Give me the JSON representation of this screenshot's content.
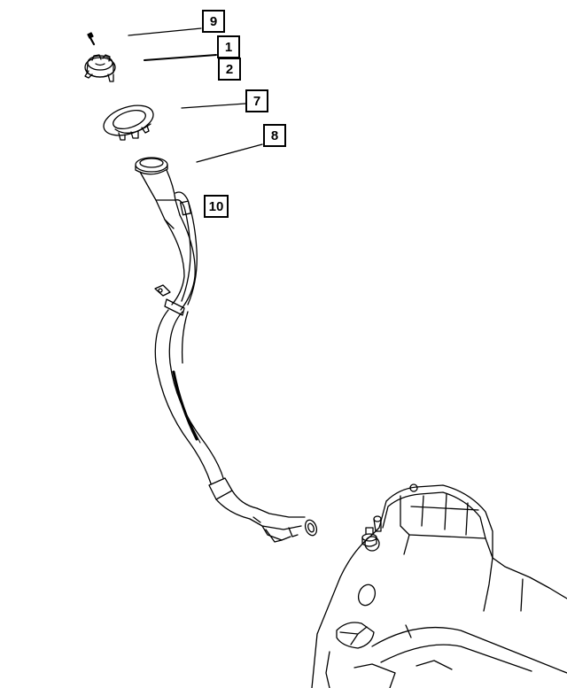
{
  "callouts": [
    {
      "id": "c9",
      "label": "9"
    },
    {
      "id": "c1",
      "label": "1"
    },
    {
      "id": "c2",
      "label": "2"
    },
    {
      "id": "c7",
      "label": "7"
    },
    {
      "id": "c8",
      "label": "8"
    },
    {
      "id": "c10",
      "label": "10"
    }
  ],
  "colors": {
    "line": "#000000",
    "background": "#ffffff"
  }
}
